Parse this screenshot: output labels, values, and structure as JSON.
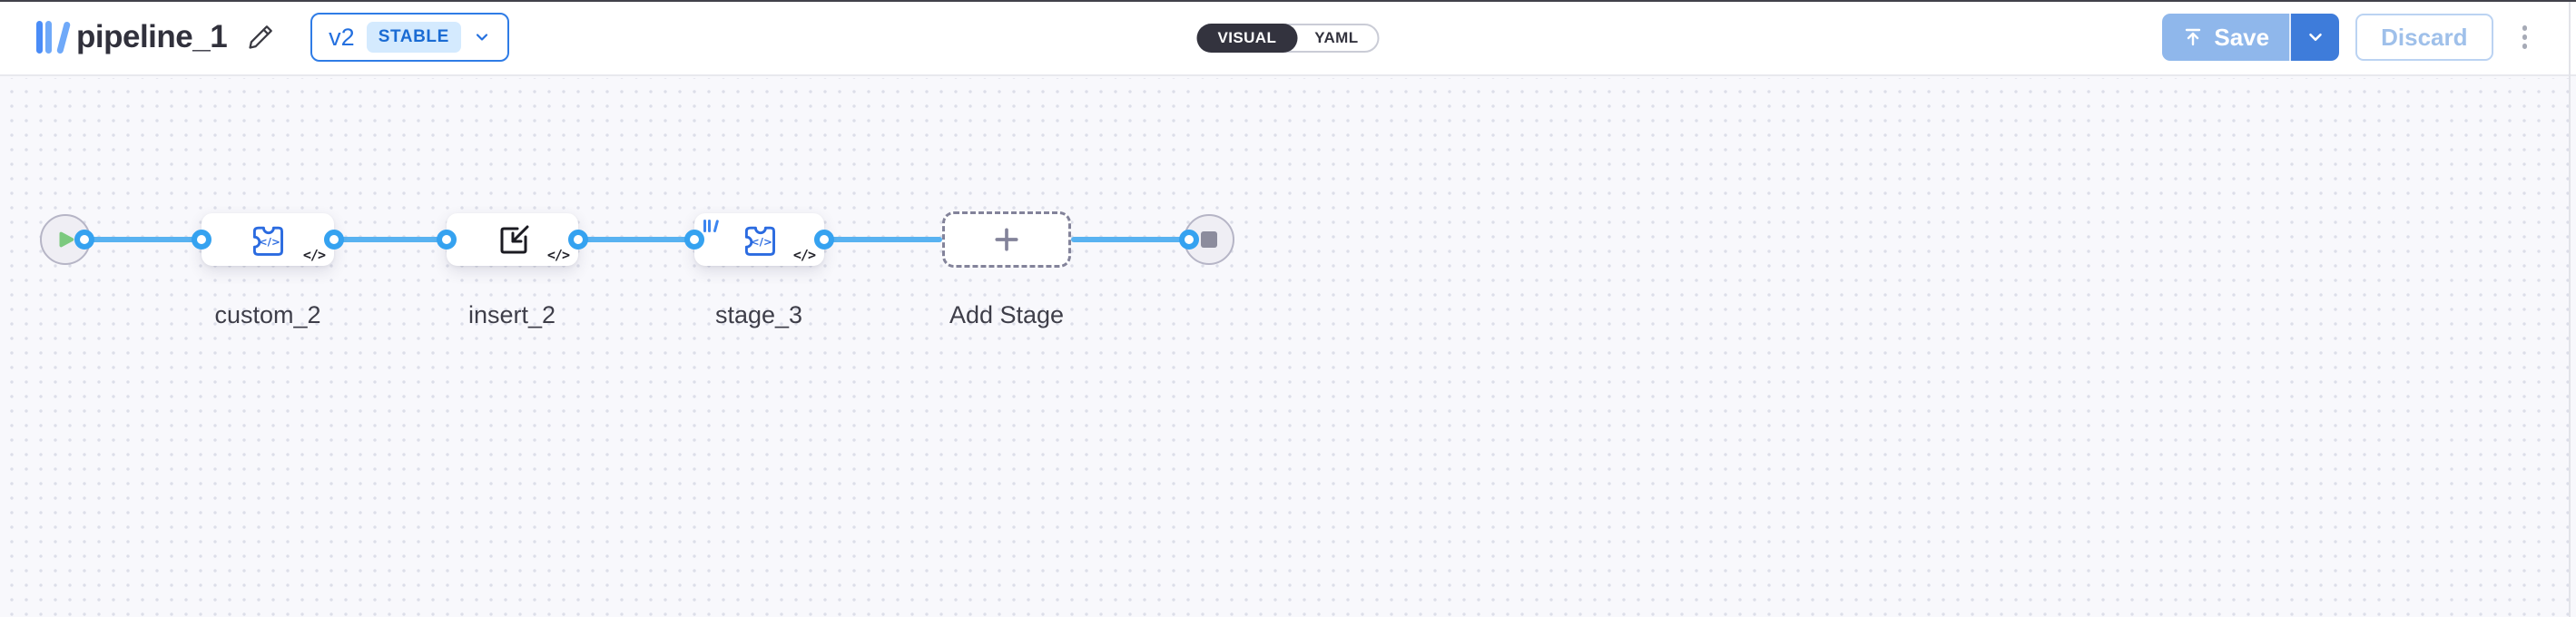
{
  "header": {
    "title": "pipeline_1",
    "version": {
      "label": "v2",
      "status": "STABLE"
    },
    "view_toggle": {
      "visual": "VISUAL",
      "yaml": "YAML",
      "selected": "VISUAL"
    },
    "actions": {
      "save": "Save",
      "discard": "Discard"
    }
  },
  "canvas": {
    "code_glyph": "</>",
    "nodes": {
      "start": {
        "type": "start"
      },
      "custom": {
        "label": "custom_2",
        "badge": "</>",
        "icon": "puzzle-code-icon"
      },
      "insert": {
        "label": "insert_2",
        "badge": "</>",
        "icon": "import-icon"
      },
      "stage": {
        "label": "stage_3",
        "badge": "</>",
        "icon": "puzzle-code-icon",
        "has_brand_mark": true
      },
      "add": {
        "label": "Add Stage",
        "icon": "plus-icon"
      },
      "end": {
        "type": "end"
      }
    }
  },
  "icons": {
    "brand": "library-bars-icon",
    "edit": "pencil-icon",
    "version_chevron": "chevron-down-icon",
    "save": "upload-icon",
    "save_caret": "chevron-down-icon",
    "menu": "kebab-menu-icon",
    "start": "play-icon",
    "end": "stop-icon"
  },
  "colors": {
    "accent_blue": "#2F7CE6",
    "edge_blue": "#58B2F1",
    "handle_blue": "#35A2F0",
    "save_disabled": "#8FB7EB",
    "save_caret_bg": "#3E7CDA",
    "discard_text": "#9FC0EA",
    "toggle_dark": "#33333E",
    "play_green": "#7CC97F",
    "stop_gray": "#8C8C9D",
    "canvas_bg": "#F8F8FC",
    "node_icon_blue": "#2B6BE0"
  }
}
